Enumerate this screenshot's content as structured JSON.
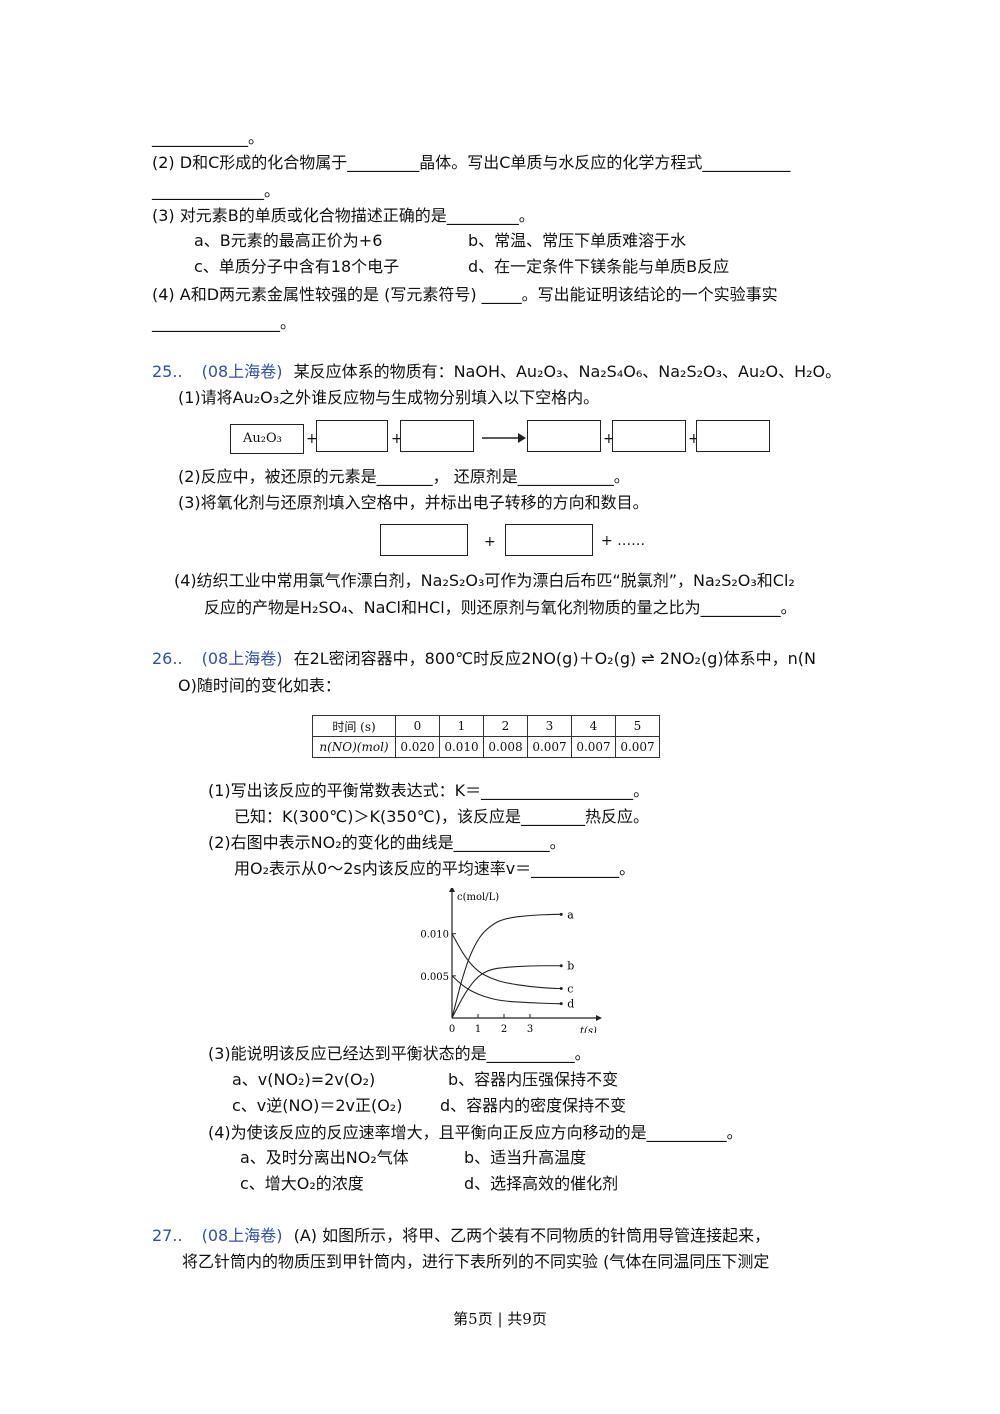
{
  "q24": {
    "l0": "____________。",
    "l1": "(2) D和C形成的化合物属于_________晶体。写出C单质与水反应的化学方程式___________",
    "l2": "______________。",
    "l3": "(3) 对元素B的单质或化合物描述正确的是_________。",
    "a": "a、B元素的最高正价为+6",
    "b": "b、常温、常压下单质难溶于水",
    "c": "c、单质分子中含有18个电子",
    "d": "d、在一定条件下镁条能与单质B反应",
    "l6": "(4) A和D两元素金属性较强的是 (写元素符号) _____。写出能证明该结论的一个实验事实",
    "l7": "________________。"
  },
  "q25": {
    "num": "25..",
    "src": "(08上海卷)",
    "t1": "某反应体系的物质有：NaOH、Au₂O₃、Na₂S₄O₆、Na₂S₂O₃、Au₂O、H₂O。",
    "p1": "(1)请将Au₂O₃之外谁反应物与生成物分别填入以下空格内。",
    "box1": "Au₂O₃",
    "plus": "+",
    "p2": "(2)反应中，被还原的元素是_______， 还原剂是____________。",
    "p3": "(3)将氧化剂与还原剂填入空格中，并标出电子转移的方向和数目。",
    "dots": "+ ……",
    "p4a": "(4)纺织工业中常用氯气作漂白剂，Na₂S₂O₃可作为漂白后布匹“脱氯剂”，Na₂S₂O₃和Cl₂",
    "p4b": "反应的产物是H₂SO₄、NaCl和HCl，则还原剂与氧化剂物质的量之比为__________。"
  },
  "q26": {
    "num": "26..",
    "src": "(08上海卷)",
    "t1": "在2L密闭容器中，800℃时反应2NO(g)＋O₂(g) ⇌ 2NO₂(g)体系中，n(N",
    "t2": "O)随时间的变化如表：",
    "table": {
      "h_label": "时间 (s)",
      "times": [
        "0",
        "1",
        "2",
        "3",
        "4",
        "5"
      ],
      "r_label": "n(NO)(mol)",
      "values": [
        "0.020",
        "0.010",
        "0.008",
        "0.007",
        "0.007",
        "0.007"
      ]
    },
    "p1": "(1)写出该反应的平衡常数表达式：K＝___________________。",
    "p1b": "已知：K(300℃)＞K(350℃)，该反应是________热反应。",
    "p2": "(2)右图中表示NO₂的变化的曲线是____________。",
    "p2b": "用O₂表示从0～2s内该反应的平均速率v＝___________。",
    "p3": "(3)能说明该反应已经达到平衡状态的是___________。",
    "p3a": "a、v(NO₂)=2v(O₂)",
    "p3b": "b、容器内压强保持不变",
    "p3c": "c、v逆(NO)＝2v正(O₂)",
    "p3d": "d、容器内的密度保持不变",
    "p4": "(4)为使该反应的反应速率增大，且平衡向正反应方向移动的是__________。",
    "p4a": "a、及时分离出NO₂气体",
    "p4b": "b、适当升高温度",
    "p4c": "c、增大O₂的浓度",
    "p4d": "d、选择高效的催化剂"
  },
  "chart_data": {
    "type": "line",
    "ylabel": "c(mol/L)",
    "xlabel": "t(s)",
    "y_ticks": [
      "0.010",
      "0.005"
    ],
    "x_ticks": [
      "0",
      "1",
      "2",
      "3"
    ],
    "xlim": [
      0,
      5
    ],
    "ylim": [
      0,
      0.014
    ],
    "series": [
      {
        "name": "a",
        "x": [
          0,
          0.5,
          1,
          1.5,
          2,
          3,
          4,
          4.2
        ],
        "y": [
          0,
          0.006,
          0.0095,
          0.011,
          0.0118,
          0.0122,
          0.0123,
          0.0123
        ]
      },
      {
        "name": "b",
        "x": [
          0,
          0.5,
          1,
          1.5,
          2,
          3,
          4,
          4.2
        ],
        "y": [
          0,
          0.003,
          0.005,
          0.0058,
          0.006,
          0.0062,
          0.0062,
          0.0062
        ]
      },
      {
        "name": "c",
        "x": [
          0,
          0.5,
          1,
          1.5,
          2,
          3,
          4,
          4.2
        ],
        "y": [
          0.01,
          0.0072,
          0.0055,
          0.0047,
          0.0042,
          0.0037,
          0.0035,
          0.0035
        ]
      },
      {
        "name": "d",
        "x": [
          0,
          0.5,
          1,
          1.5,
          2,
          3,
          4,
          4.2
        ],
        "y": [
          0.005,
          0.0036,
          0.0028,
          0.0023,
          0.002,
          0.0018,
          0.0017,
          0.0017
        ]
      }
    ]
  },
  "q27": {
    "num": "27..",
    "src": "(08上海卷)",
    "t1": "(A) 如图所示，将甲、乙两个装有不同物质的针筒用导管连接起来，",
    "t2": "将乙针筒内的物质压到甲针筒内，进行下表所列的不同实验 (气体在同温同压下测定"
  },
  "footer": "第5页 | 共9页"
}
